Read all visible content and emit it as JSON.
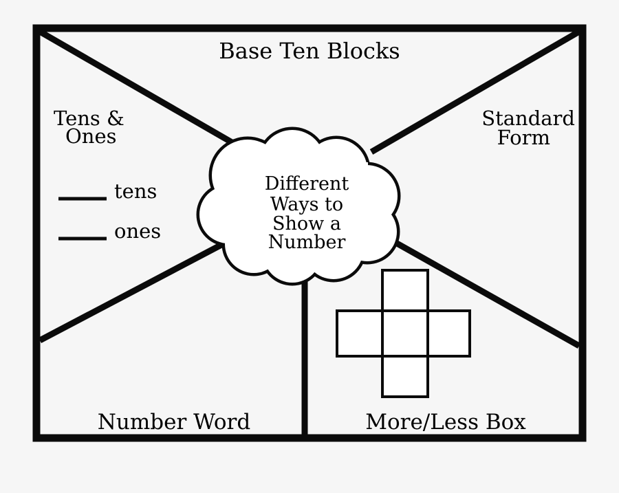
{
  "page": {
    "background_color": "#f6f6f6",
    "ink_color": "#000000",
    "paper_color": "#ffffff",
    "title": "Base Ten Blocks"
  },
  "organizer": {
    "frame_name": "graphic-organizer-frame",
    "center": {
      "shape": "thought-cloud",
      "lines": [
        "Different",
        "Ways to",
        "Show a",
        "Number"
      ]
    },
    "sections": {
      "top": {
        "heading": "Base Ten Blocks"
      },
      "left": {
        "heading_lines": [
          "Tens &",
          "Ones"
        ],
        "blanks": [
          {
            "line": "____",
            "label": "tens"
          },
          {
            "line": "____",
            "label": "ones"
          }
        ]
      },
      "right": {
        "heading_lines": [
          "Standard",
          "Form"
        ]
      },
      "bottom_left": {
        "heading": "Number Word"
      },
      "bottom_right": {
        "heading": "More/Less Box",
        "grid": {
          "shape": "plus-cross",
          "cells": [
            "top-cell",
            "left-cell",
            "center-cell",
            "right-cell",
            "bottom-cell"
          ]
        }
      }
    }
  }
}
